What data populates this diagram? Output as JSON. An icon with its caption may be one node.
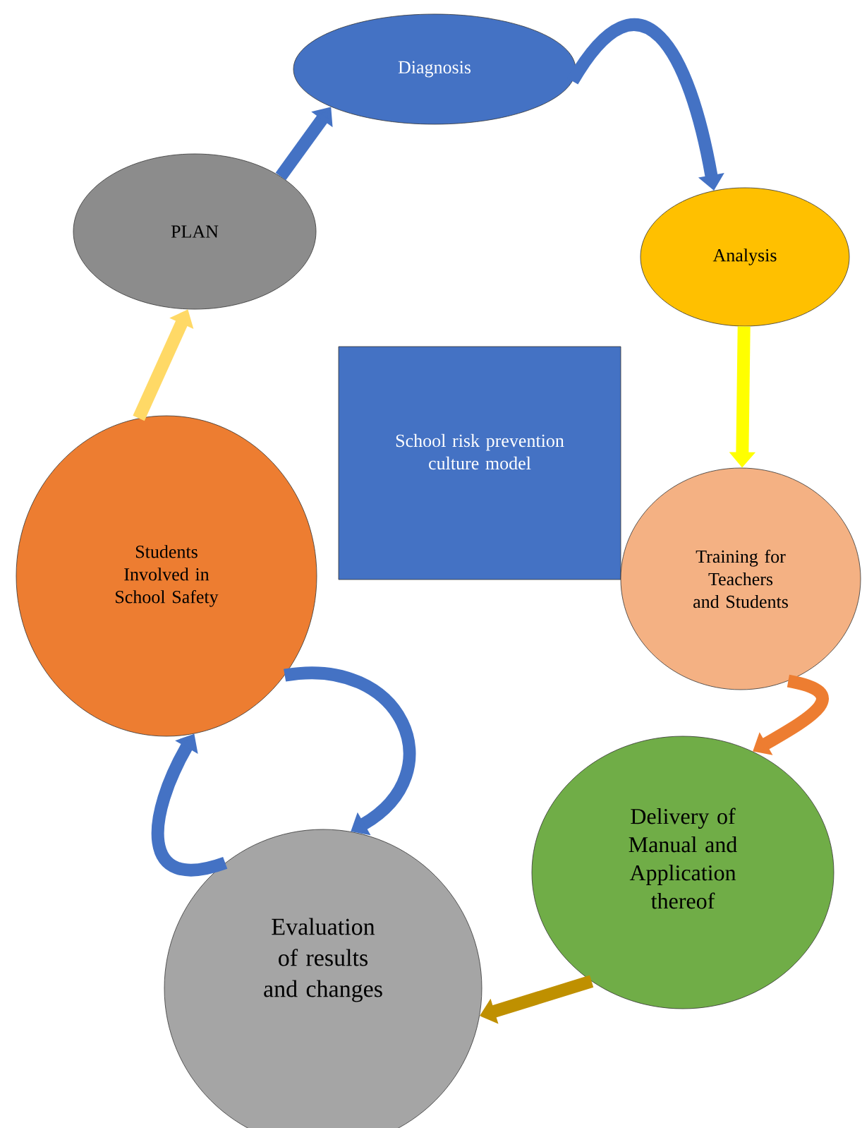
{
  "diagram": {
    "nodes": [
      {
        "text": [
          "Diagnosis"
        ]
      },
      {
        "text": [
          "PLAN"
        ]
      },
      {
        "text": [
          "Analysis"
        ]
      },
      {
        "text": [
          "School risk prevention culture model"
        ]
      },
      {
        "text": [
          "Training for Teachers and Students"
        ]
      },
      {
        "text": [
          "Students Involved in School Safety"
        ]
      },
      {
        "text": [
          "Delivery of Manual and Application thereof"
        ]
      },
      {
        "text": [
          "Evaluation of results and changes"
        ]
      }
    ],
    "edges": [
      {
        "from": 1,
        "to": 0,
        "arrow": "to"
      },
      {
        "from": 0,
        "to": 2,
        "arrow": "to"
      },
      {
        "from": 2,
        "to": 4,
        "arrow": "to",
        "color": "#ffff00"
      },
      {
        "from": 4,
        "to": 6,
        "arrow": "to",
        "color": "#ed7d31"
      },
      {
        "from": 6,
        "to": 7,
        "arrow": "to",
        "color": "#bf9000"
      },
      {
        "from": 7,
        "to": 5,
        "arrow": "to"
      },
      {
        "from": 5,
        "to": 7,
        "arrow": "to"
      },
      {
        "from": 5,
        "to": 1,
        "arrow": "to",
        "color": "#ffd966"
      }
    ]
  }
}
